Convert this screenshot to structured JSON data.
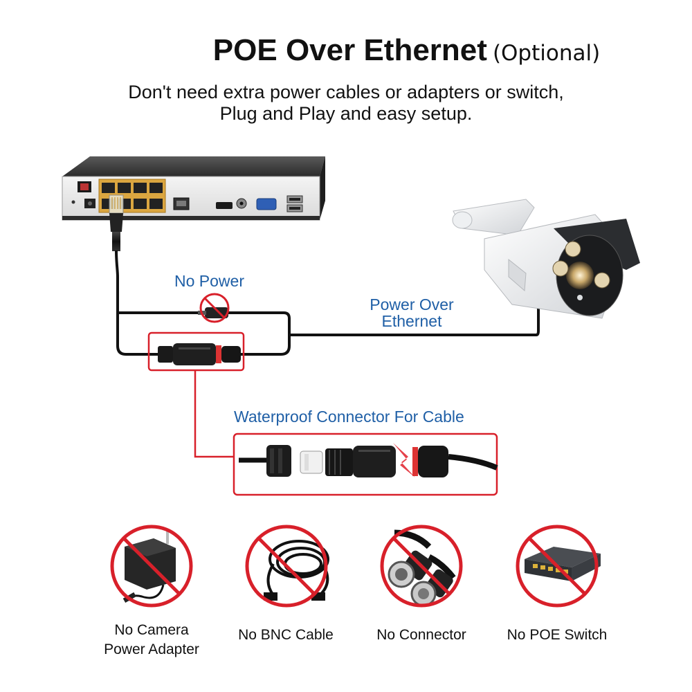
{
  "header": {
    "title": "POE Over Ethernet",
    "title_suffix": "(Optional)",
    "subtitle_line1": "Don't need extra power cables or adapters or switch,",
    "subtitle_line2": "Plug and Play and easy setup."
  },
  "labels": {
    "no_power": "No Power",
    "power_over_ethernet_line1": "Power Over",
    "power_over_ethernet_line2": "Ethernet",
    "waterproof": "Waterproof Connector For Cable"
  },
  "not_needed": [
    {
      "line1": "No Camera",
      "line2": "Power Adapter",
      "icon": "power-adapter-icon"
    },
    {
      "line1": "No BNC Cable",
      "line2": "",
      "icon": "bnc-cable-icon"
    },
    {
      "line1": "No Connector",
      "line2": "",
      "icon": "connector-icon"
    },
    {
      "line1": "No POE Switch",
      "line2": "",
      "icon": "poe-switch-icon"
    }
  ],
  "colors": {
    "highlight_red": "#d8202a",
    "label_blue": "#1f5fa6",
    "cable_black": "#111111"
  }
}
